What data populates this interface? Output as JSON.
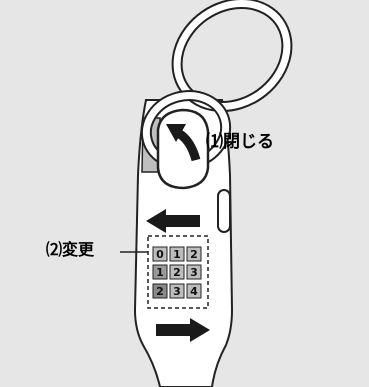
{
  "instructions": {
    "step1_label": "⑴閉じる",
    "step2_label": "⑵変更"
  },
  "dials": [
    {
      "digits": [
        "0",
        "1",
        "2"
      ]
    },
    {
      "digits": [
        "1",
        "2",
        "3"
      ]
    },
    {
      "digits": [
        "2",
        "3",
        "4"
      ]
    }
  ],
  "colors": {
    "panel_background": "#e6e6e6",
    "lock_body": "#ffffff",
    "outline": "#222222",
    "arrow": "#1a1a1a",
    "dial_fill": "#bdbdbd",
    "selected_dial_fill": "#8a8a8a"
  }
}
